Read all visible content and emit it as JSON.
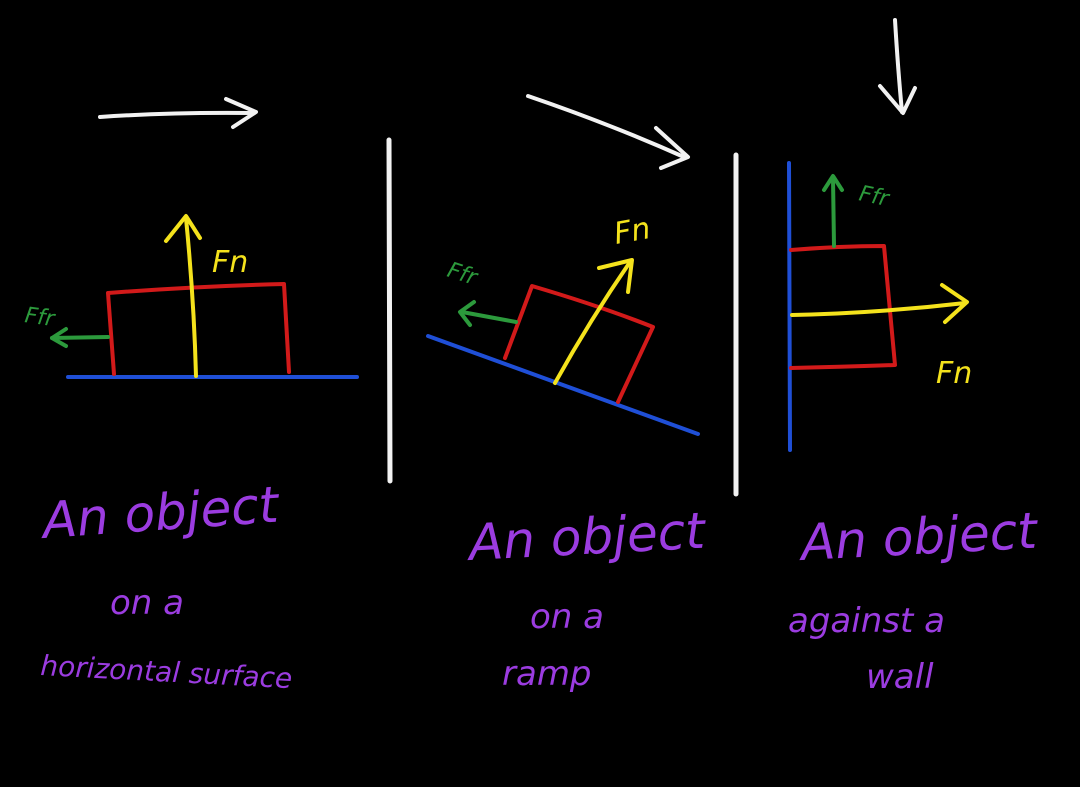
{
  "colors": {
    "background": "#000000",
    "motion_arrow": "#f2f2f2",
    "divider": "#f2f2f2",
    "surface": "#1f4fd6",
    "block": "#d21a1a",
    "normal_force": "#f4e21c",
    "friction_force": "#2c9a3c",
    "caption": "#9b3ce0"
  },
  "panels": [
    {
      "caption_line1": "An object",
      "caption_line2": "on a",
      "caption_line3": "horizontal surface",
      "normal_label": "Fn",
      "friction_label": "Ffr"
    },
    {
      "caption_line1": "An object",
      "caption_line2": "on a",
      "caption_line3": "ramp",
      "normal_label": "Fn",
      "friction_label": "Ffr"
    },
    {
      "caption_line1": "An object",
      "caption_line2": "against a",
      "caption_line3": "wall",
      "normal_label": "Fn",
      "friction_label": "Ffr"
    }
  ]
}
